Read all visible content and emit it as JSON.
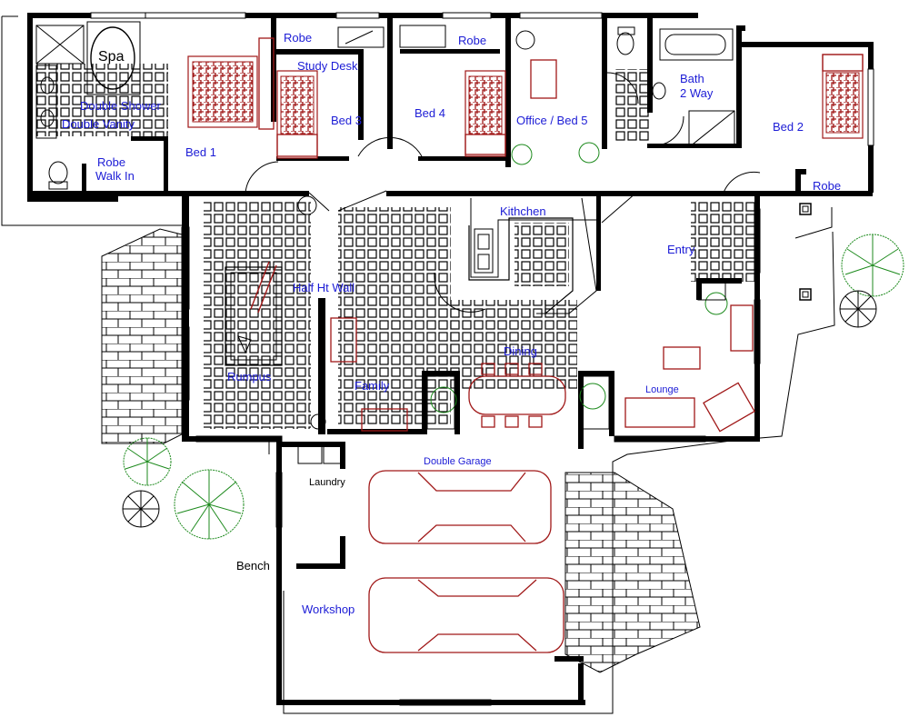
{
  "plan": {
    "rooms": {
      "spa": "Spa",
      "double_shower": "Double Shower",
      "double_vanity": "Double Vanity",
      "robe_walk_in_1": "Robe",
      "robe_walk_in_2": "Walk In",
      "bed1": "Bed 1",
      "robe_top_left": "Robe",
      "study_desk": "Study Desk",
      "bed3": "Bed 3",
      "bed4": "Bed 4",
      "robe_top_mid": "Robe",
      "office": "Office / Bed 5",
      "bath_1": "Bath",
      "bath_2": "2 Way",
      "bed2": "Bed 2",
      "robe_bed2": "Robe",
      "kitchen": "Kithchen",
      "entry": "Entry",
      "half_ht_wall": "Half Ht Wall",
      "rumpus": "Rumpus",
      "family": "Family",
      "dining": "Dining",
      "lounge": "Lounge",
      "double_garage": "Double Garage",
      "laundry": "Laundry",
      "bench": "Bench",
      "workshop": "Workshop"
    }
  }
}
